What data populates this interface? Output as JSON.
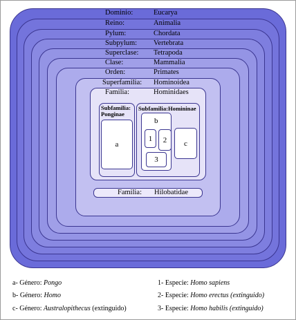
{
  "colors": {
    "outer": "#6a6bd9",
    "inner": "#e6e3f8",
    "border": "#3a3590"
  },
  "ranks": [
    {
      "key": "Dominio:",
      "value": "Eucarya"
    },
    {
      "key": "Reino:",
      "value": "Animalia"
    },
    {
      "key": "Pylum:",
      "value": "Chordata"
    },
    {
      "key": "Subpylum:",
      "value": "Vertebrata"
    },
    {
      "key": "Superclase:",
      "value": "Tetrapoda"
    },
    {
      "key": "Clase:",
      "value": "Mammalia"
    },
    {
      "key": "Orden:",
      "value": "Primates"
    },
    {
      "key": "Superfamilia:",
      "value": "Hominoidea"
    },
    {
      "key": "Familia:",
      "value": "Hominidaes"
    }
  ],
  "subfamilies": {
    "left": {
      "title_line1": "Subfamilia:",
      "title_line2": "Ponginae",
      "letter": "a"
    },
    "right": {
      "title": "Subfamilia:Homininae",
      "letter_b": "b",
      "letter_c": "c",
      "n1": "1",
      "n2": "2",
      "n3": "3"
    }
  },
  "familia2": {
    "key": "Familia:",
    "value": "Hilobatidae"
  },
  "legend": {
    "left": [
      {
        "prefix": "a- Género: ",
        "name": "Pongo",
        "suffix": ""
      },
      {
        "prefix": "b- Género: ",
        "name": "Homo",
        "suffix": ""
      },
      {
        "prefix": "c- Género: ",
        "name": "Australopithecus",
        "suffix": " (extinguido)"
      }
    ],
    "right": [
      {
        "prefix": "1- Especie: ",
        "name": "Homo sapiens",
        "suffix": ""
      },
      {
        "prefix": "2- Especie: ",
        "name": "Homo erectus (extinguido)",
        "suffix": ""
      },
      {
        "prefix": "3- Especie: ",
        "name": "Homo habilis (extinguido)",
        "suffix": ""
      }
    ]
  }
}
